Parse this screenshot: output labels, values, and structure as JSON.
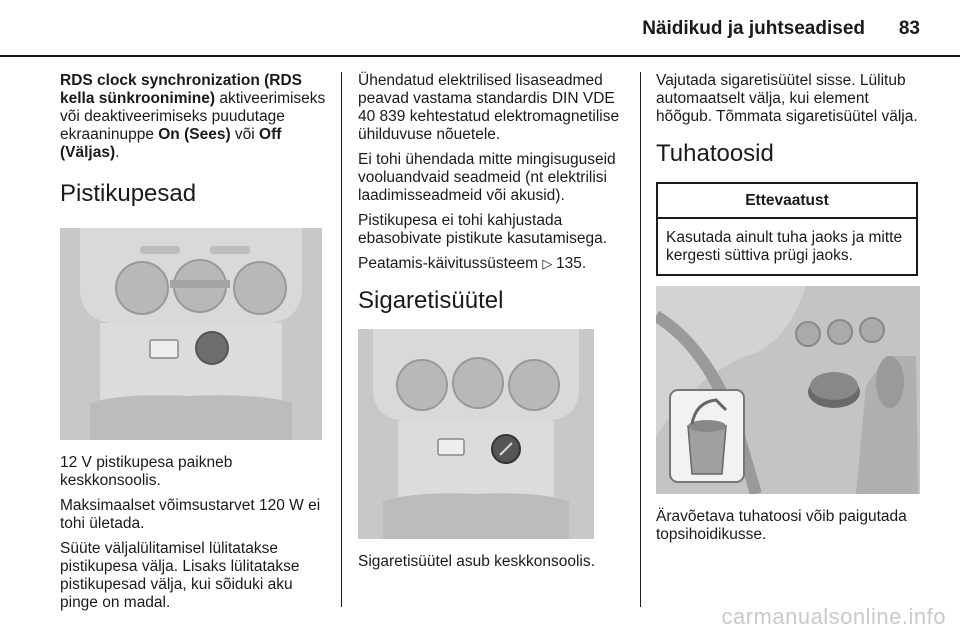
{
  "header": {
    "title": "Näidikud ja juhtseadised",
    "page_number": "83"
  },
  "col1": {
    "rds_bold": "RDS clock synchronization (RDS kella sünkroonimine)",
    "rds_text1": " aktiveerimiseks või deaktiveerimiseks puudutage ekraaninuppe ",
    "rds_on": "On (Sees)",
    "rds_or": " või ",
    "rds_off": "Off (Väljas)",
    "rds_end": ".",
    "heading": "Pistikupesad",
    "para1": "12 V pistikupesa paikneb keskkonsoolis.",
    "para2": "Maksimaalset võimsustarvet 120 W ei tohi ületada.",
    "para3": "Süüte väljalülitamisel lülitatakse pistikupesa välja. Lisaks lülitatakse pistikupesad välja, kui sõiduki aku pinge on madal."
  },
  "col2": {
    "para1": "Ühendatud elektrilised lisaseadmed peavad vastama standardis DIN VDE 40 839 kehtestatud elektromagnetilise ühilduvuse nõuetele.",
    "para2": "Ei tohi ühendada mitte mingisuguseid vooluandvaid seadmeid (nt elektrilisi laadimisseadmeid või akusid).",
    "para3": "Pistikupesa ei tohi kahjustada ebasobivate pistikute kasutamisega.",
    "para4_text": "Peatamis-käivitussüsteem ",
    "para4_ref": "135.",
    "heading": "Sigaretisüütel",
    "caption": "Sigaretisüütel asub keskkonsoolis."
  },
  "col3": {
    "para1": "Vajutada sigaretisüütel sisse. Lülitub automaatselt välja, kui element hõõgub. Tõmmata sigaretisüütel välja.",
    "heading": "Tuhatoosid",
    "warning_title": "Ettevaatust",
    "warning_text": "Kasutada ainult tuha jaoks ja mitte kergesti süttiva prügi jaoks.",
    "caption": "Äravõetava tuhatoosi võib paigutada topsihoidikusse."
  },
  "watermark": "carmanualsonline.info"
}
